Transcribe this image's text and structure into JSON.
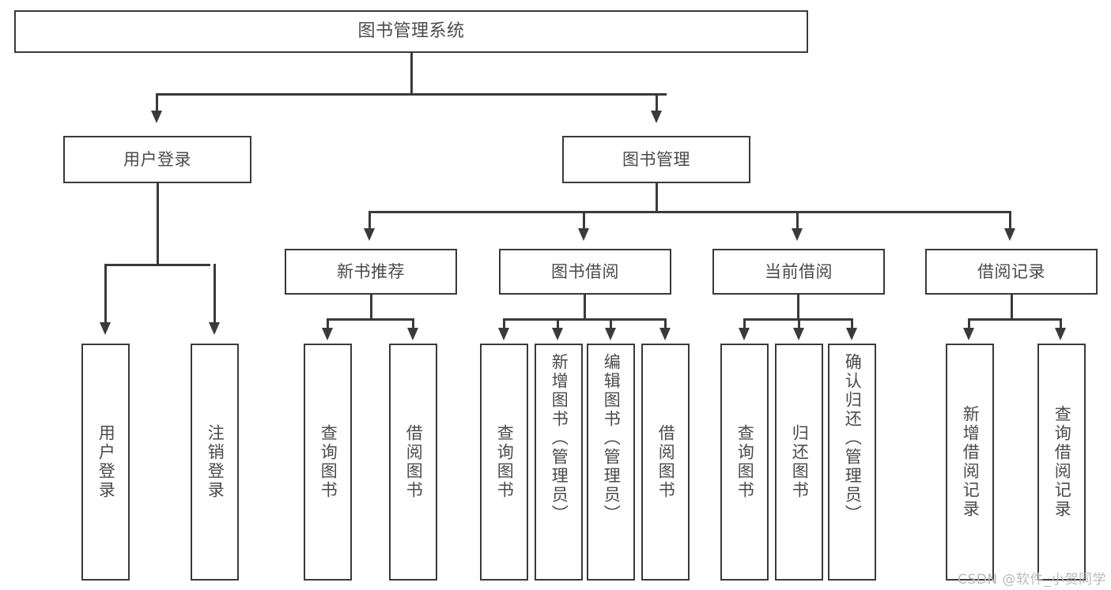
{
  "diagram": {
    "title": "图书管理系统",
    "type": "tree",
    "colors": {
      "border": "#3a3a3a",
      "text": "#4a4a4a",
      "background": "#ffffff",
      "watermark": "#b9b9b9"
    },
    "root": {
      "label": "图书管理系统"
    },
    "level2": [
      {
        "label": "用户登录"
      },
      {
        "label": "图书管理"
      }
    ],
    "level3": [
      {
        "label": "新书推荐"
      },
      {
        "label": "图书借阅"
      },
      {
        "label": "当前借阅"
      },
      {
        "label": "借阅记录"
      }
    ],
    "leaves": {
      "user_login": [
        {
          "label": "用户登录"
        },
        {
          "label": "注销登录"
        }
      ],
      "new_book": [
        {
          "label": "查询图书"
        },
        {
          "label": "借阅图书"
        }
      ],
      "book_borrow": [
        {
          "label": "查询图书"
        },
        {
          "label": "新增图书（管理员）"
        },
        {
          "label": "编辑图书（管理员）"
        },
        {
          "label": "借阅图书"
        }
      ],
      "current_borrow": [
        {
          "label": "查询图书"
        },
        {
          "label": "归还图书"
        },
        {
          "label": "确认归还（管理员）"
        }
      ],
      "borrow_record": [
        {
          "label": "新增借阅记录"
        },
        {
          "label": "查询借阅记录"
        }
      ]
    }
  },
  "watermark": {
    "text": "CSDN @软件_小贺同学"
  }
}
